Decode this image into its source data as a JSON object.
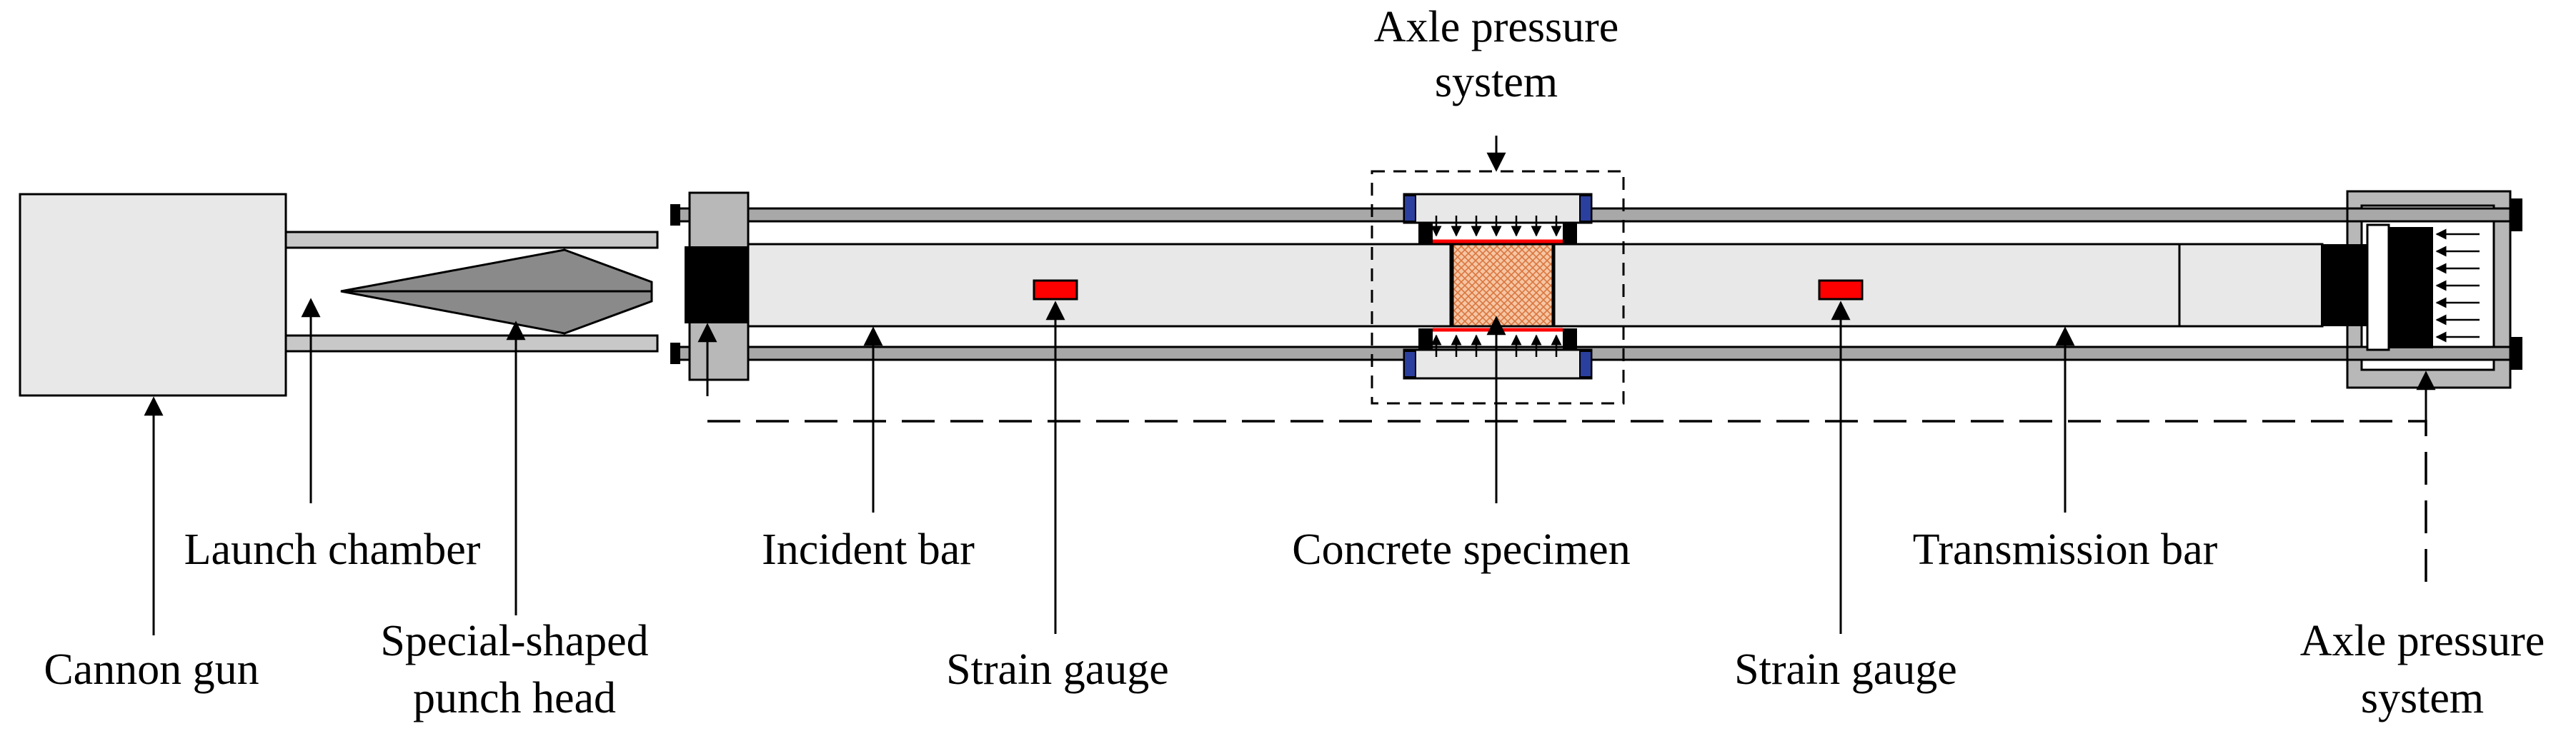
{
  "labels": {
    "axle_top_1": "Axle pressure",
    "axle_top_2": "system",
    "launch_chamber": "Launch chamber",
    "incident_bar": "Incident bar",
    "concrete_specimen": "Concrete specimen",
    "transmission_bar": "Transmission bar",
    "cannon_gun": "Cannon gun",
    "punch_1": "Special-shaped",
    "punch_2": "punch head",
    "strain_gauge_left": "Strain gauge",
    "strain_gauge_right": "Strain gauge",
    "axle_right_1": "Axle pressure",
    "axle_right_2": "system"
  },
  "colors": {
    "outline": "#000000",
    "body_fill": "#e8e8e8",
    "frame_gray": "#b8b8b8",
    "rod_gray": "#a8a8a8",
    "gauge_red": "#ff0000",
    "specimen_fill": "#f6c6a4",
    "clamp_blue": "#2a3f9e",
    "dark_gray": "#7a7a7a"
  }
}
